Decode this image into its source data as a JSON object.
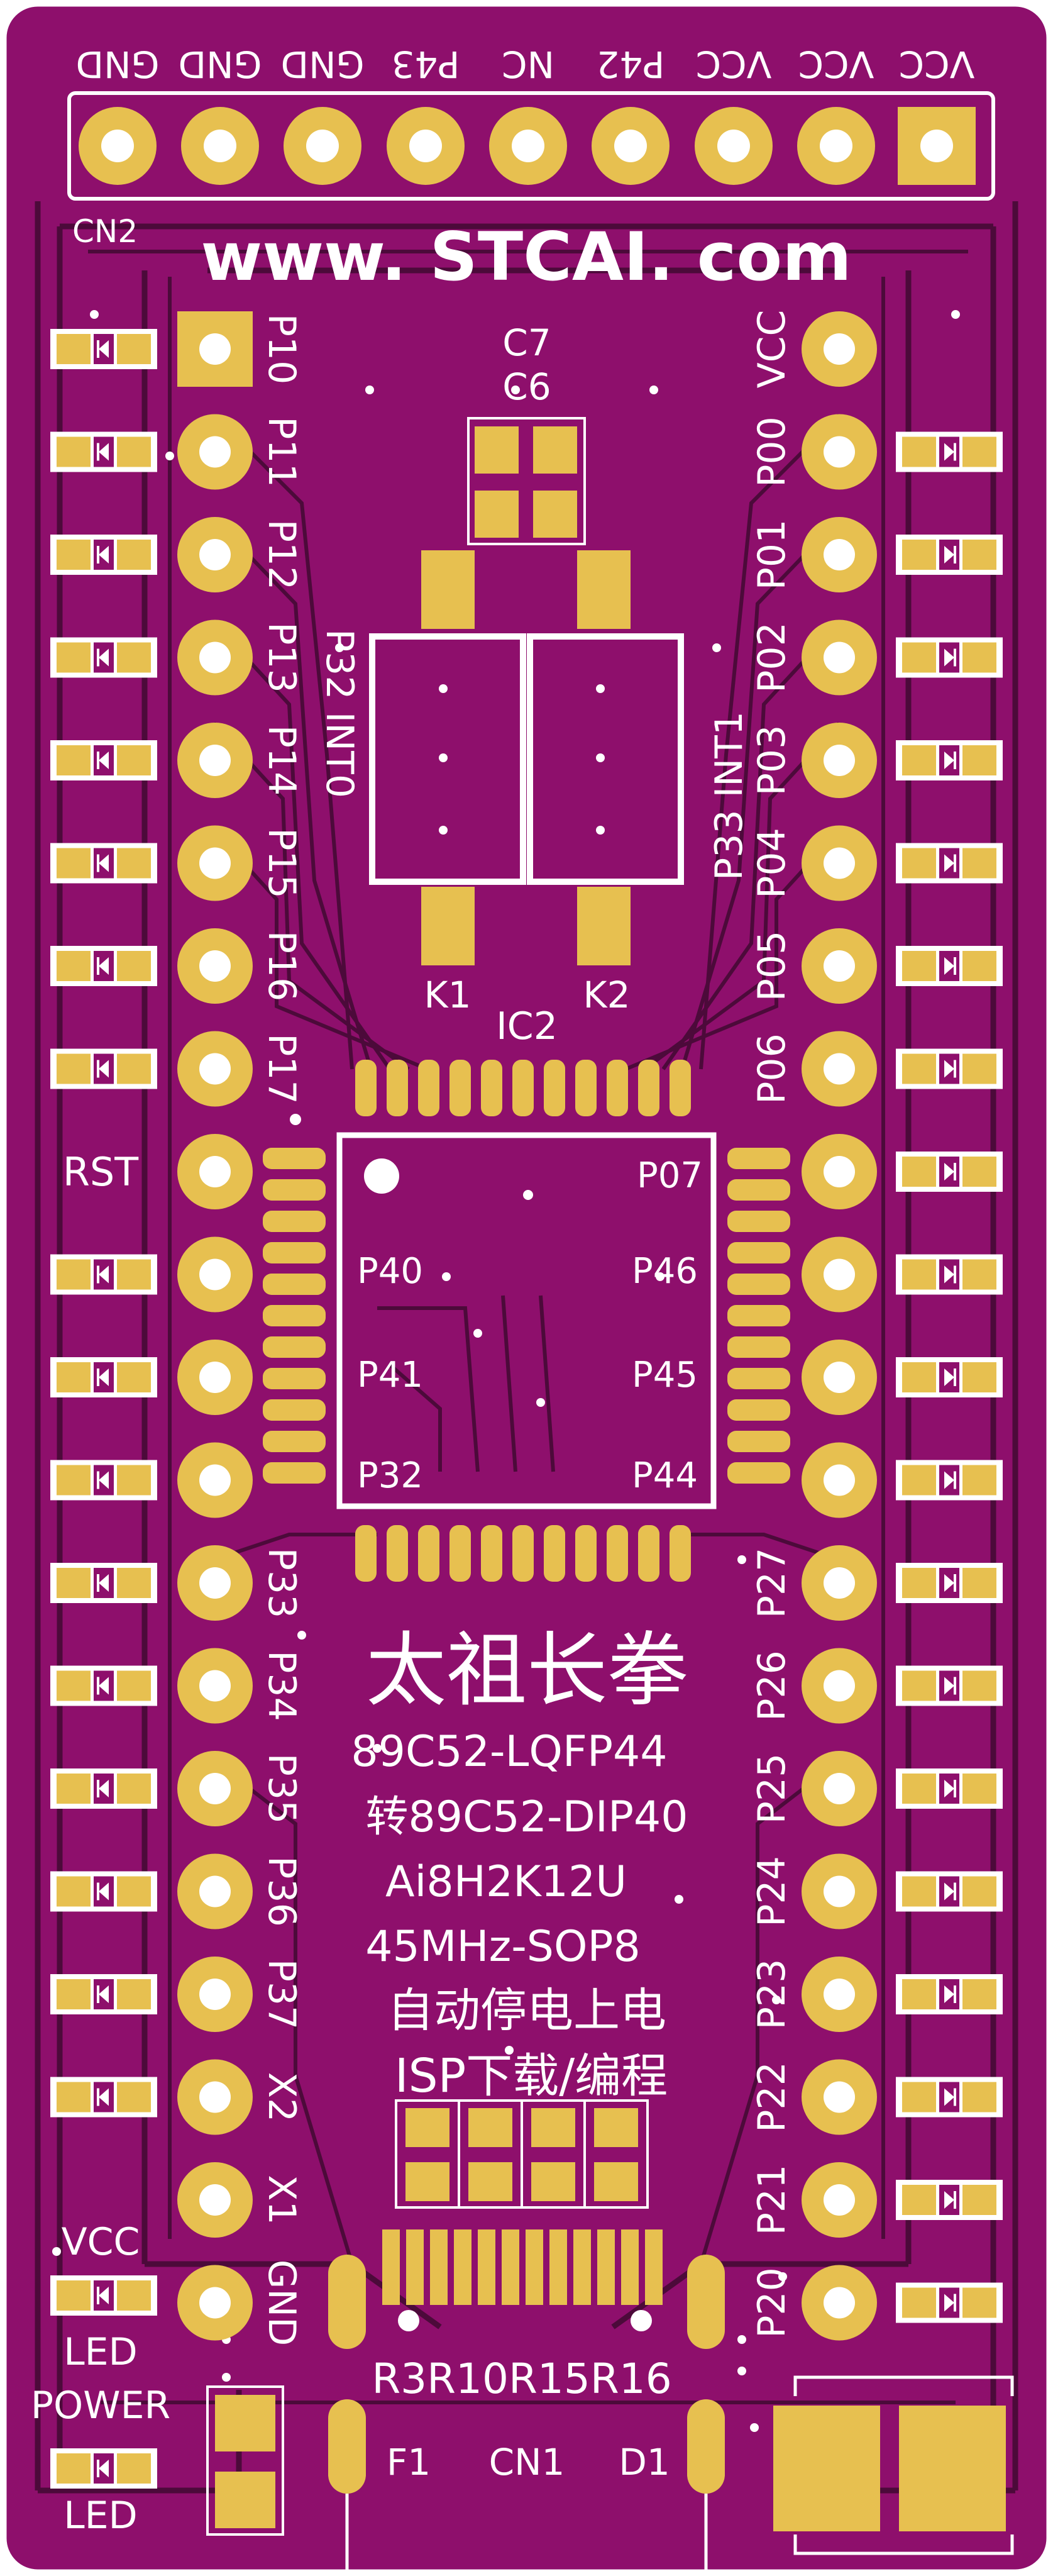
{
  "board": {
    "colors": {
      "soldermask": "#8e0f6c",
      "pad": "#e7c050",
      "silk": "#ffffff",
      "trace": "#4c0a3a"
    },
    "cn2": {
      "ref": "CN2",
      "pins": [
        "VCC",
        "VCC",
        "VCC",
        "P42",
        "NC",
        "P43",
        "GND",
        "GND",
        "GND"
      ]
    },
    "url": "www. STCAI. com",
    "caps": {
      "c7": "C7",
      "c6": "C6"
    },
    "left_header": [
      "P10",
      "P11",
      "P12",
      "P13",
      "P14",
      "P15",
      "P16",
      "P17",
      "RST",
      "",
      "",
      "",
      "P33",
      "P34",
      "P35",
      "P36",
      "P37",
      "X2",
      "X1",
      "GND"
    ],
    "right_header": [
      "VCC",
      "P00",
      "P01",
      "P02",
      "P03",
      "P04",
      "P05",
      "P06",
      "",
      "",
      "",
      "",
      "P27",
      "P26",
      "P25",
      "P24",
      "P23",
      "P22",
      "P21",
      "P20"
    ],
    "rst_label": "RST",
    "buttons": {
      "k1": "K1",
      "k2": "K2",
      "k1_func": "P32 INT0",
      "k2_func": "P33 INT1"
    },
    "ic": {
      "ref": "IC2",
      "pins": {
        "p07": "P07",
        "p40": "P40",
        "p46": "P46",
        "p41": "P41",
        "p45": "P45",
        "p32": "P32",
        "p44": "P44"
      }
    },
    "title": {
      "line1": "太祖长拳",
      "line2": "89C52-LQFP44",
      "line3": "转89C52-DIP40",
      "line4": "Ai8H2K12U",
      "line5": "45MHz-SOP8",
      "line6": "自动停电上电",
      "line7": "ISP下载/编程"
    },
    "bottom": {
      "r_labels": "R3R10R15R16",
      "f1": "F1",
      "cn1": "CN1",
      "d1": "D1",
      "vcc_led": [
        "VCC",
        "LED"
      ],
      "power_led": [
        "POWER",
        "LED"
      ]
    }
  }
}
